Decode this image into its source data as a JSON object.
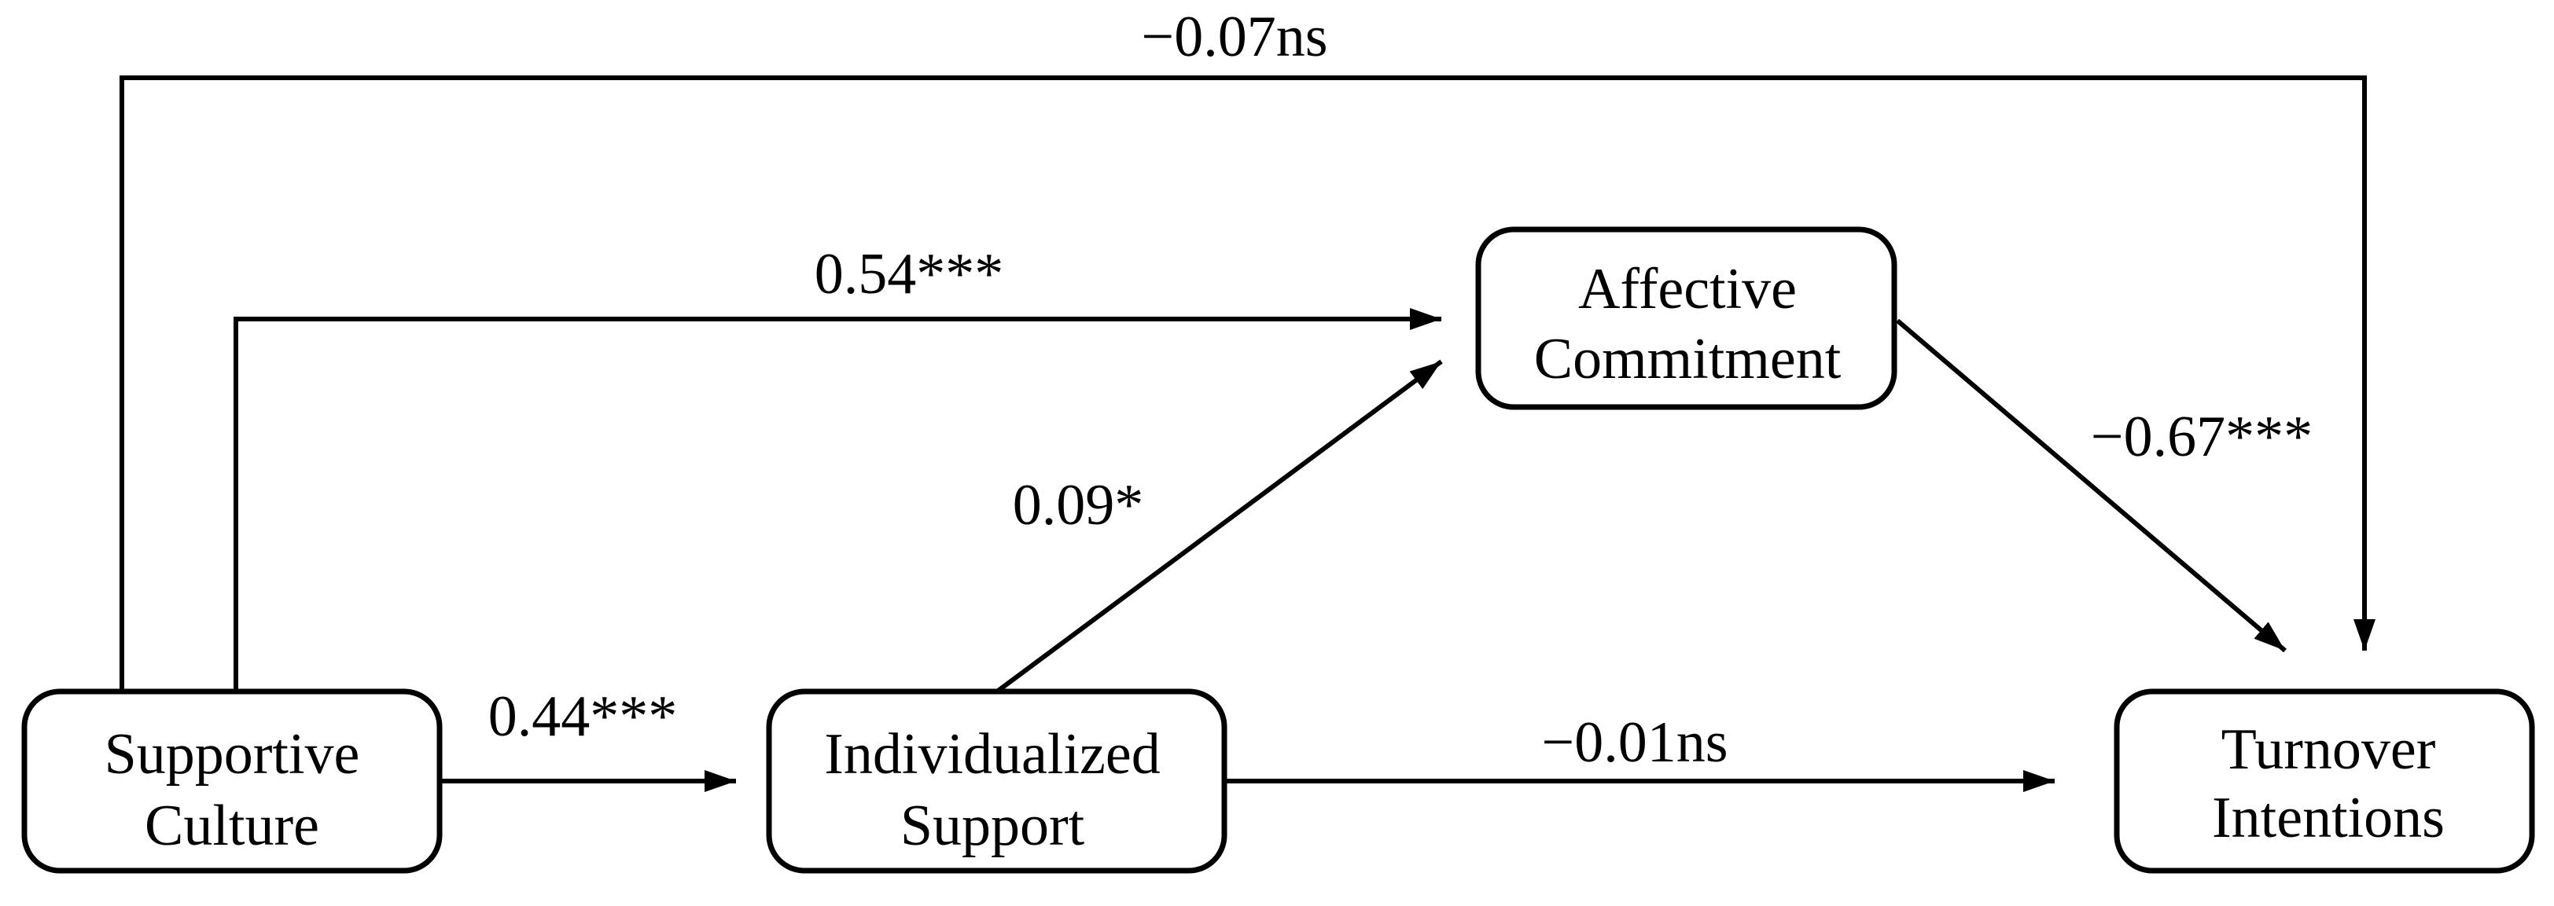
{
  "nodes": {
    "supportive_culture": {
      "line1": "Supportive",
      "line2": "Culture"
    },
    "individualized_support": {
      "line1": "Individualized",
      "line2": "Support"
    },
    "affective_commitment": {
      "line1": "Affective",
      "line2": "Commitment"
    },
    "turnover_intentions": {
      "line1": "Turnover",
      "line2": "Intentions"
    }
  },
  "edges": {
    "supportive_to_turnover": "−0.07ns",
    "supportive_to_affective": "0.54***",
    "individualized_to_affective": "0.09*",
    "affective_to_turnover": "−0.67***",
    "supportive_to_individualized": "0.44***",
    "individualized_to_turnover": "−0.01ns"
  },
  "colors": {
    "stroke": "#000000",
    "background": "#ffffff"
  }
}
